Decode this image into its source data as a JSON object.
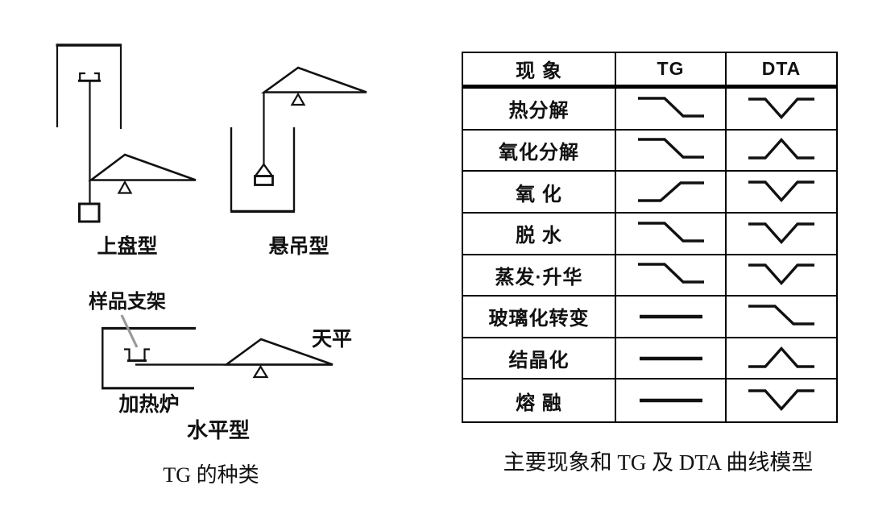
{
  "colors": {
    "background": "#ffffff",
    "ink": "#111111",
    "leader_gray": "#999999"
  },
  "left_figure": {
    "top_pan_label": "上盘型",
    "suspension_label": "悬吊型",
    "horizontal_label": "水平型",
    "sample_holder_label": "样品支架",
    "balance_label": "天平",
    "furnace_label": "加热炉",
    "caption": "TG 的种类"
  },
  "table": {
    "headers": {
      "phenomenon": "现 象",
      "tg": "TG",
      "dta": "DTA"
    },
    "rows": [
      {
        "label": "热分解",
        "tg": "step-down",
        "dta": "v-down"
      },
      {
        "label": "氧化分解",
        "tg": "step-down",
        "dta": "peak-up"
      },
      {
        "label": "氧 化",
        "tg": "step-up",
        "dta": "v-down"
      },
      {
        "label": "脱 水",
        "tg": "step-down",
        "dta": "v-down"
      },
      {
        "label": "蒸发·升华",
        "tg": "step-down",
        "dta": "v-down"
      },
      {
        "label": "玻璃化转变",
        "tg": "flat",
        "dta": "step-down"
      },
      {
        "label": "结晶化",
        "tg": "flat",
        "dta": "peak-up"
      },
      {
        "label": "熔 融",
        "tg": "flat",
        "dta": "v-down"
      }
    ],
    "caption": "主要现象和 TG 及 DTA 曲线模型"
  }
}
